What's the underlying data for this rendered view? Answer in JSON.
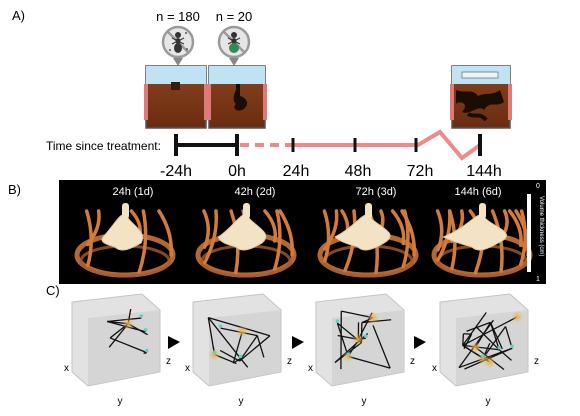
{
  "panel_a": {
    "label": "A)",
    "n_left": "n = 180",
    "n_right": "n = 20",
    "timeline_label": "Time since treatment:",
    "ticks": [
      "-24h",
      "0h",
      "24h",
      "48h",
      "72h",
      "144h"
    ]
  },
  "panel_b": {
    "label": "B)",
    "frames": [
      "24h (1d)",
      "42h (2d)",
      "72h (3d)",
      "144h (6d)"
    ],
    "scale_label": "Volume thickness (cm)",
    "scale_top": "0",
    "scale_bottom": "1"
  },
  "panel_c": {
    "label": "C)",
    "axis_x": "x",
    "axis_y": "y",
    "axis_z": "z"
  },
  "colors": {
    "timeline_black": "#111111",
    "timeline_pink": "#f08a8a",
    "soil": "#7a3516",
    "water": "#bfe3f2",
    "tunnel_orange": "#c8733a",
    "nest_cream": "#f3e3c4",
    "node_orange": "#f0b24a",
    "node_cyan": "#5fd1c6"
  }
}
